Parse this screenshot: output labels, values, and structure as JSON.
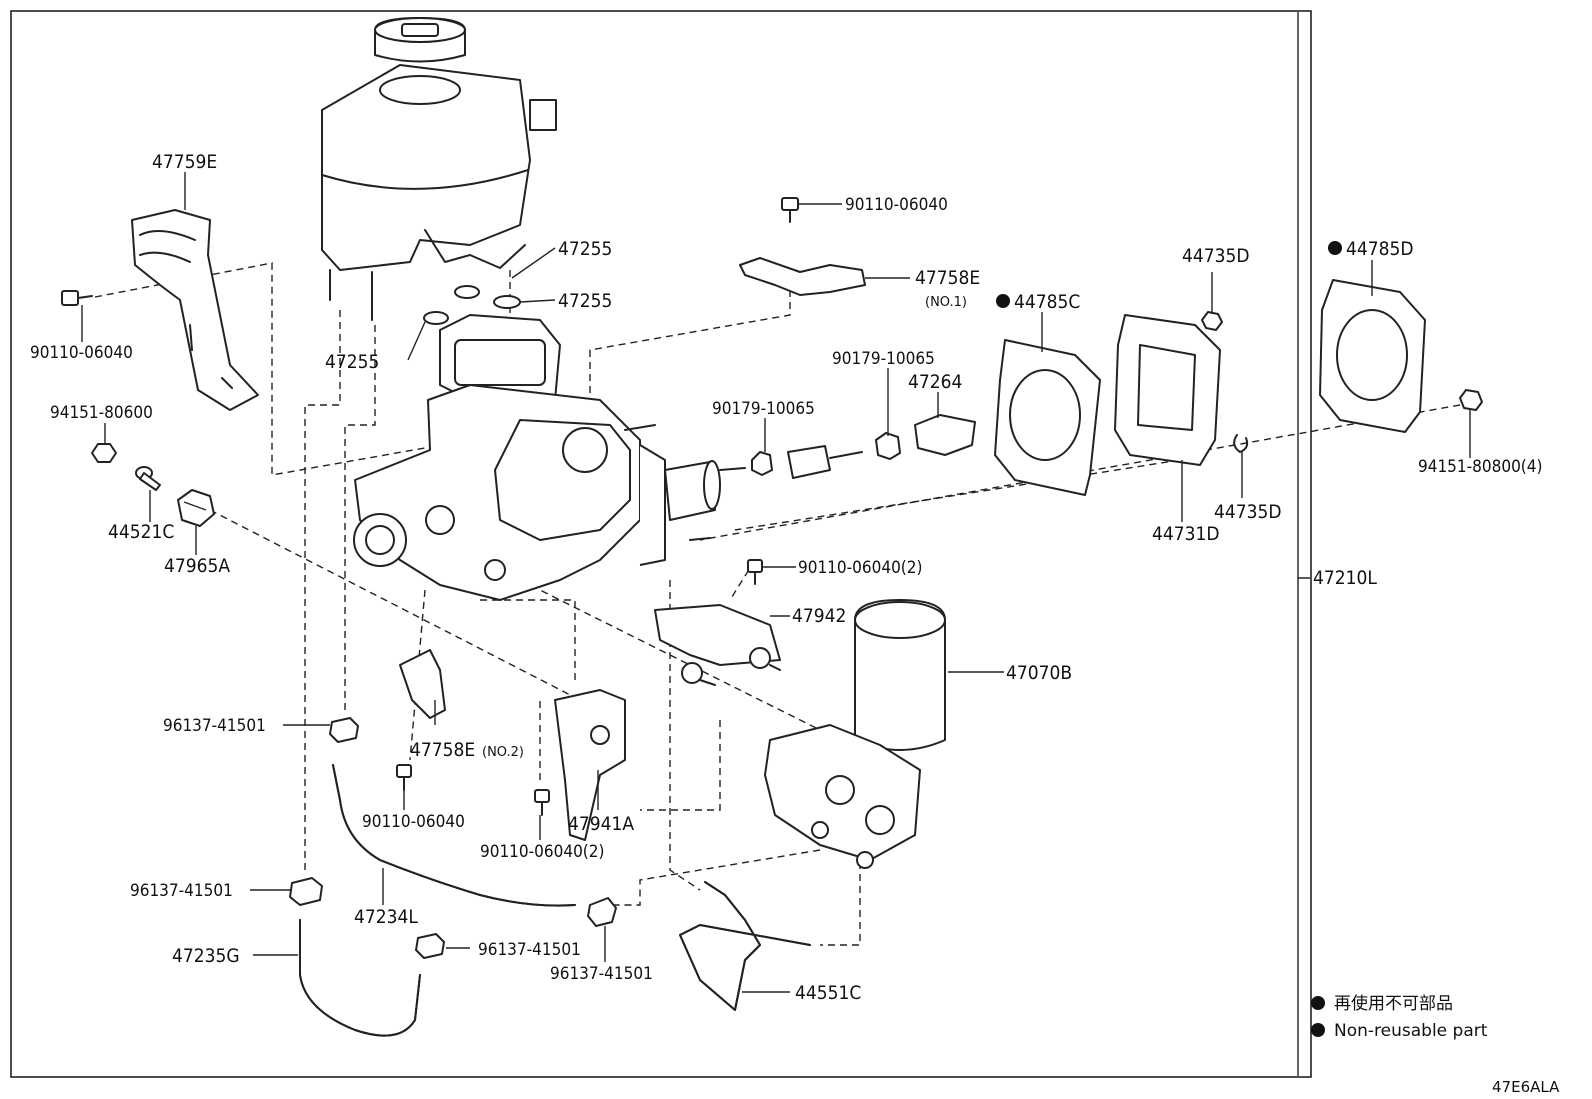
{
  "labels": {
    "p47759E": "47759E",
    "p90110_06040_a": "90110-06040",
    "p94151_80600": "94151-80600",
    "p44521C": "44521C",
    "p47965A": "47965A",
    "p47255_a": "47255",
    "p47255_b": "47255",
    "p47255_c": "47255",
    "p90110_06040_b": "90110-06040",
    "p47758E_1": "47758E",
    "p47758E_1_note": "(NO.1)",
    "p90179_10065_a": "90179-10065",
    "p90179_10065_b": "90179-10065",
    "p47264": "47264",
    "p44785C": "44785C",
    "p44735D_a": "44735D",
    "p44785D": "44785D",
    "p94151_80800": "94151-80800(4)",
    "p44735D_b": "44735D",
    "p44731D": "44731D",
    "p47210L": "47210L",
    "p90110_06040_c": "90110-06040(2)",
    "p47942": "47942",
    "p47070B": "47070B",
    "p96137_41501_a": "96137-41501",
    "p47758E_2": "47758E",
    "p47758E_2_note": "(NO.2)",
    "p90110_06040_d": "90110-06040",
    "p47941A": "47941A",
    "p90110_06040_e": "90110-06040(2)",
    "p96137_41501_b": "96137-41501",
    "p47234L": "47234L",
    "p47235G": "47235G",
    "p96137_41501_c": "96137-41501",
    "p96137_41501_d": "96137-41501",
    "p44551C": "44551C"
  },
  "legend": {
    "jp": "再使用不可部品",
    "en": "Non-reusable part"
  },
  "figure_code": "47E6ALA",
  "colors": {
    "ink": "#111111",
    "background": "#ffffff"
  }
}
